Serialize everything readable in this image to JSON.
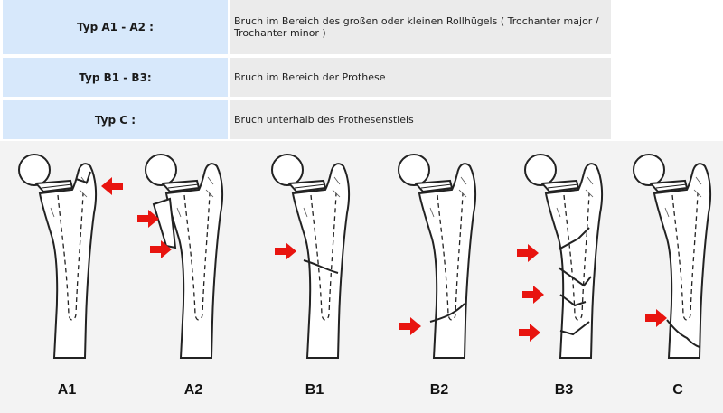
{
  "classification": [
    {
      "type": "Typ A1 - A2 :",
      "description": "Bruch im Bereich des großen oder kleinen Rollhügels ( Trochanter major / Trochanter minor )"
    },
    {
      "type": "Typ B1 - B3:",
      "description": "Bruch im Bereich der Prothese"
    },
    {
      "type": "Typ C :",
      "description": "Bruch unterhalb des Prothesenstiels"
    }
  ],
  "illustrations": [
    {
      "label": "A1"
    },
    {
      "label": "A2"
    },
    {
      "label": "B1"
    },
    {
      "label": "B2"
    },
    {
      "label": "B3"
    },
    {
      "label": "C"
    }
  ],
  "colors": {
    "type_cell": "#d7e8fb",
    "desc_cell": "#ebebeb",
    "arrow": "#e8140f",
    "bone_outline": "#222222"
  }
}
